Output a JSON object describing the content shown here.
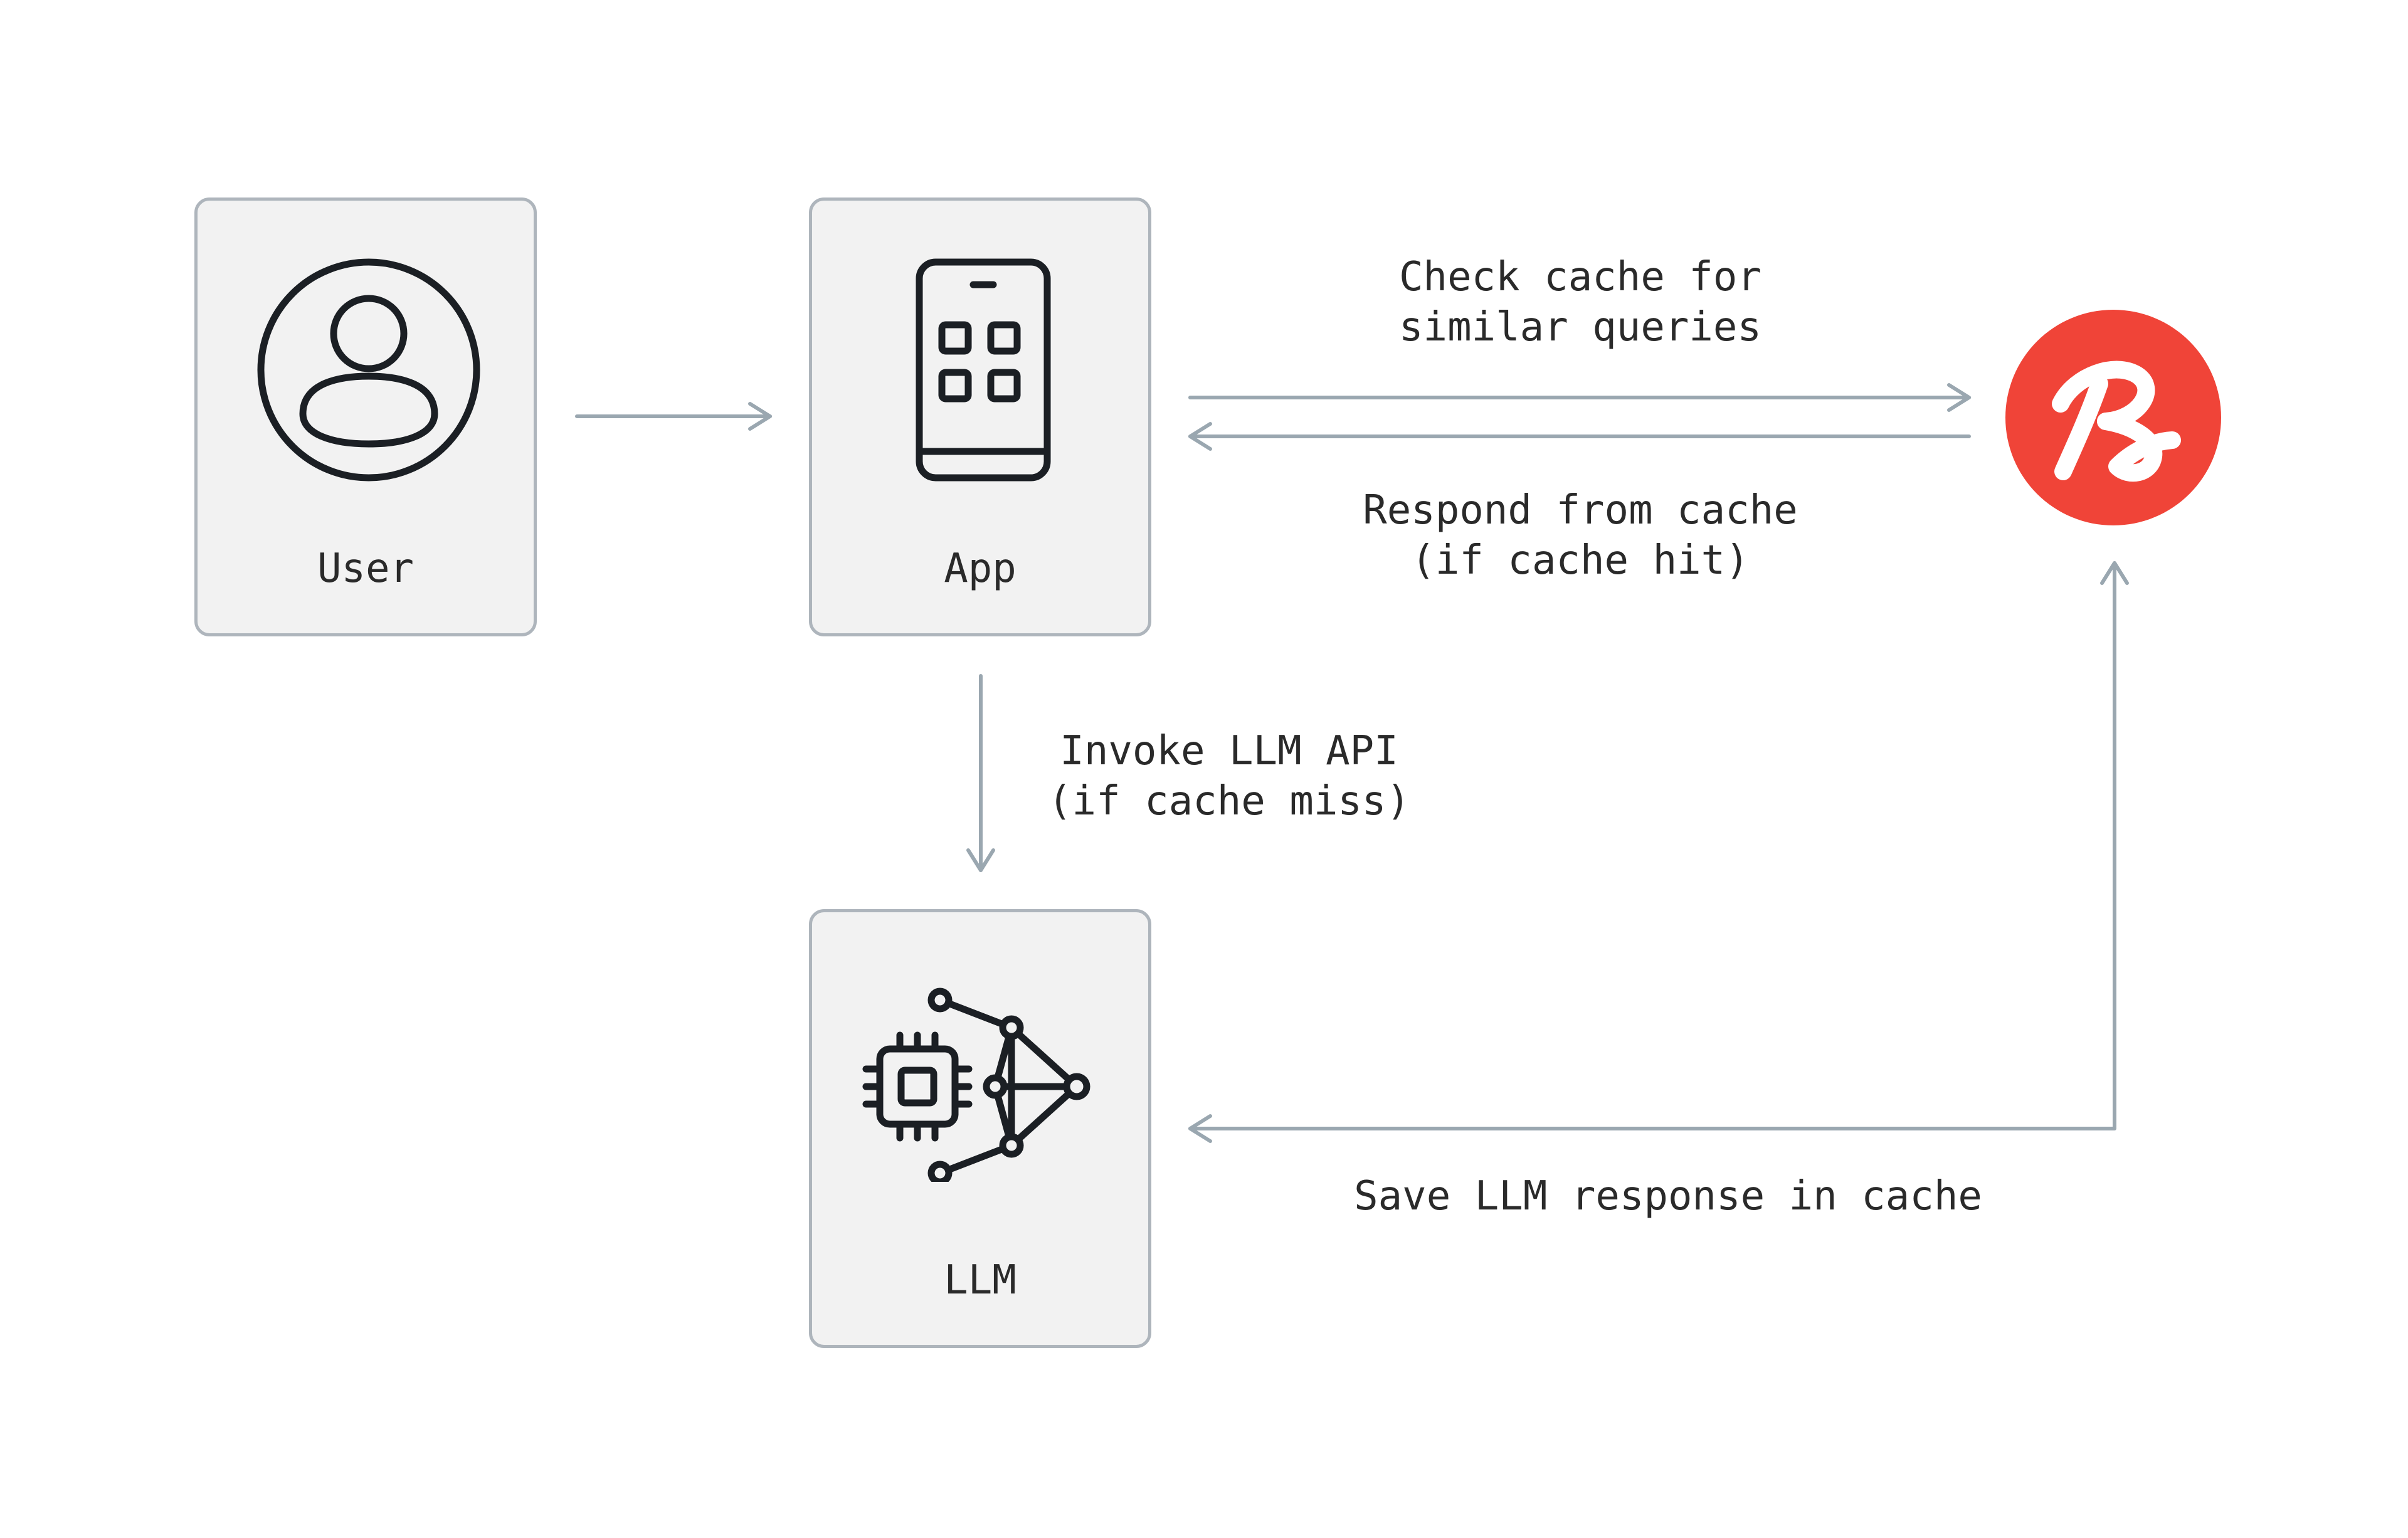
{
  "nodes": {
    "user": {
      "label": "User",
      "icon": "user-icon"
    },
    "app": {
      "label": "App",
      "icon": "mobile-app-icon"
    },
    "llm": {
      "label": "LLM",
      "icon": "llm-network-icon"
    }
  },
  "cache_service": {
    "icon": "redis-logo",
    "color": "#f04438"
  },
  "edges": {
    "check_cache": "Check cache for\nsimilar queries",
    "respond_from_cache": "Respond from cache\n(if cache hit)",
    "invoke_llm": "Invoke LLM API\n(if cache miss)",
    "save_response": "Save LLM response in cache"
  },
  "colors": {
    "node_fill": "#f2f2f2",
    "node_border": "#aeb5bc",
    "arrow": "#9aa7b0",
    "icon_stroke": "#1b1f24",
    "text": "#2a2a2a"
  }
}
